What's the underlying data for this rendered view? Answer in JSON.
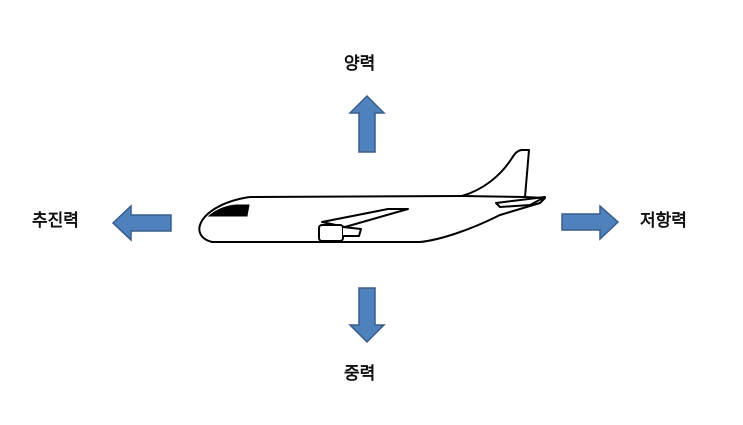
{
  "forces": {
    "lift": "양력",
    "weight": "중력",
    "thrust": "추진력",
    "drag": "저항력"
  },
  "colors": {
    "arrow_fill": "#4F81BD",
    "arrow_stroke": "#385D8A",
    "outline": "#000000",
    "cockpit": "#000000",
    "background": "#FFFFFF"
  },
  "icons": {
    "aircraft": "airplane-side-view",
    "arrows": [
      "arrow-up-icon",
      "arrow-down-icon",
      "arrow-left-icon",
      "arrow-right-icon"
    ]
  }
}
